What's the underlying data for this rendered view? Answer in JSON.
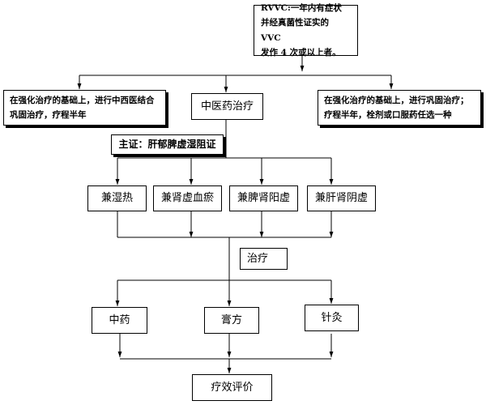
{
  "diagram": {
    "nodes": {
      "rvvc_definition": "RVVC:一年内有症状\n并经真菌性证实的 VVC\n发作 4 次或以上者。",
      "western_chinese_consolidation": "在强化治疗的基础上，进行中西医结合\n巩固治疗，疗程半年",
      "tcm_treatment": "中医药治疗",
      "consolidation_therapy": "在强化治疗的基础上，进行巩固治疗；\n疗程半年，栓剂或口服药任选一种",
      "main_syndrome": "主证：肝郁脾虚湿阻证",
      "damp_heat": "兼湿热",
      "kidney_deficiency_blood_stasis": "兼肾虚血瘀",
      "spleen_kidney_yang_deficiency": "兼脾肾阳虚",
      "liver_kidney_yin_deficiency": "兼肝肾阴虚",
      "treatment": "治疗",
      "chinese_medicine": "中药",
      "herbal_paste": "膏方",
      "acupuncture": "针灸",
      "efficacy_evaluation": "疗效评价"
    }
  }
}
